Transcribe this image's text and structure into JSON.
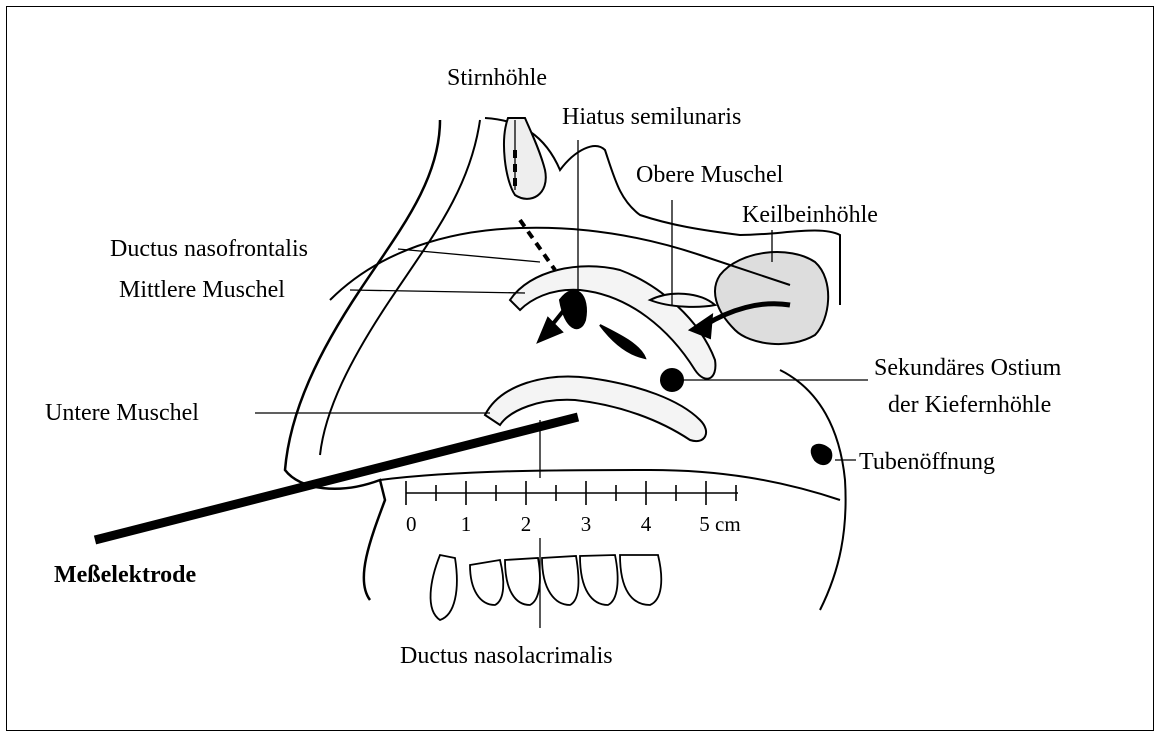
{
  "figure": {
    "labels": {
      "stirnhoehle": "Stirnhöhle",
      "hiatus": "Hiatus semilunaris",
      "obere_muschel": "Obere Muschel",
      "keilbeinhoehle": "Keilbeinhöhle",
      "ductus_nasofrontalis": "Ductus nasofrontalis",
      "mittlere_muschel": "Mittlere Muschel",
      "sekundaeres_ostium_1": "Sekundäres Ostium",
      "sekundaeres_ostium_2": "der Kiefernhöhle",
      "untere_muschel": "Untere Muschel",
      "tubenoeffnung": "Tubenöffnung",
      "messelektrode": "Meßelektrode",
      "ductus_nasolacrimalis": "Ductus nasolacrimalis"
    },
    "scale": {
      "ticks": [
        "0",
        "1",
        "2",
        "3",
        "4",
        "5 cm"
      ]
    }
  }
}
